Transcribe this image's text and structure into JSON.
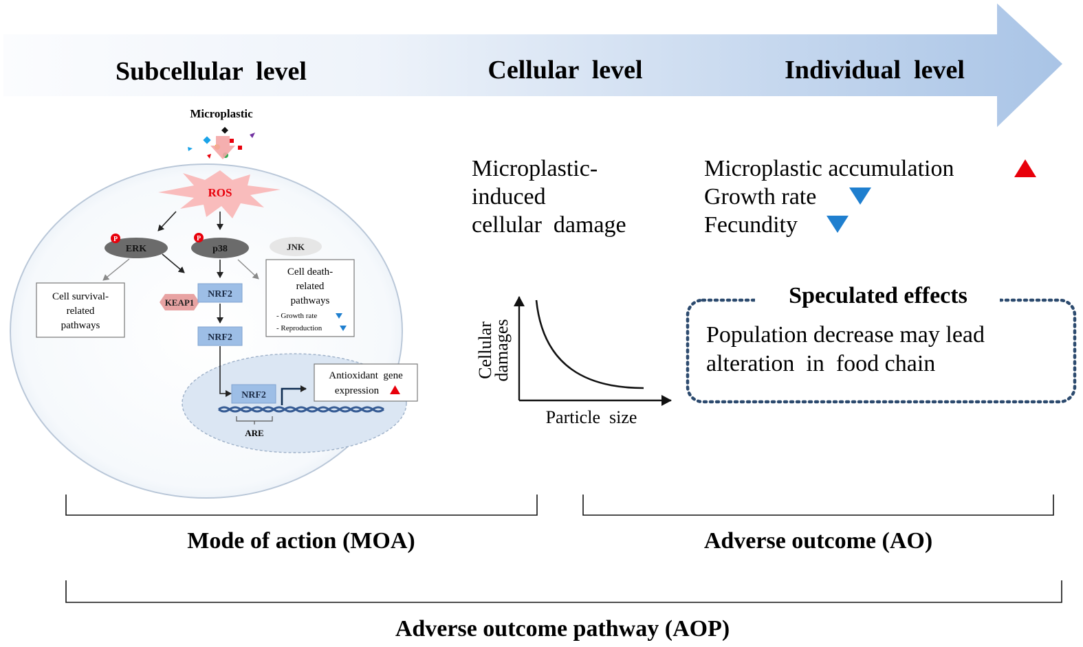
{
  "levels": {
    "subcellular": "Subcellular  level",
    "cellular": "Cellular  level",
    "individual": "Individual  level"
  },
  "cell": {
    "microplastic": "Microplastic",
    "ros": "ROS",
    "erk": "ERK",
    "p38": "p38",
    "jnk": "JNK",
    "phospho": "P",
    "keap1": "KEAP1",
    "nrf2_a": "NRF2",
    "nrf2_b": "NRF2",
    "nrf2_c": "NRF2",
    "survival": [
      "Cell survival-",
      "related",
      "pathways"
    ],
    "death": [
      "Cell death-",
      "related",
      "pathways",
      "- Growth rate",
      "- Reproduction"
    ],
    "antioxidant": [
      "Antioxidant  gene",
      "expression"
    ],
    "are": "ARE"
  },
  "cellular_damage": [
    "Microplastic-",
    "induced",
    "cellular  damage"
  ],
  "graph": {
    "ylabel": [
      "Cellular",
      "damages"
    ],
    "xlabel": "Particle  size"
  },
  "individual_effects": [
    {
      "label": "Microplastic accumulation",
      "trend": "up"
    },
    {
      "label": "Growth rate",
      "trend": "down"
    },
    {
      "label": "Fecundity",
      "trend": "down"
    }
  ],
  "speculated": {
    "title": "Speculated effects",
    "lines": [
      "Population decrease may lead",
      "alteration  in  food chain"
    ]
  },
  "brackets": {
    "moa": "Mode of action (MOA)",
    "ao": "Adverse outcome (AO)",
    "aop": "Adverse outcome pathway (AOP)"
  },
  "colors": {
    "up": "#e8000b",
    "down": "#1f7fcf",
    "arrow_light": "#f5f8fc",
    "arrow_dark": "#a9c4e6",
    "ros_burst": "#f9bcbc",
    "box_blue": "#9dbee6",
    "nucleus": "#dbe6f3",
    "dotted_border": "#2c4a6e"
  }
}
